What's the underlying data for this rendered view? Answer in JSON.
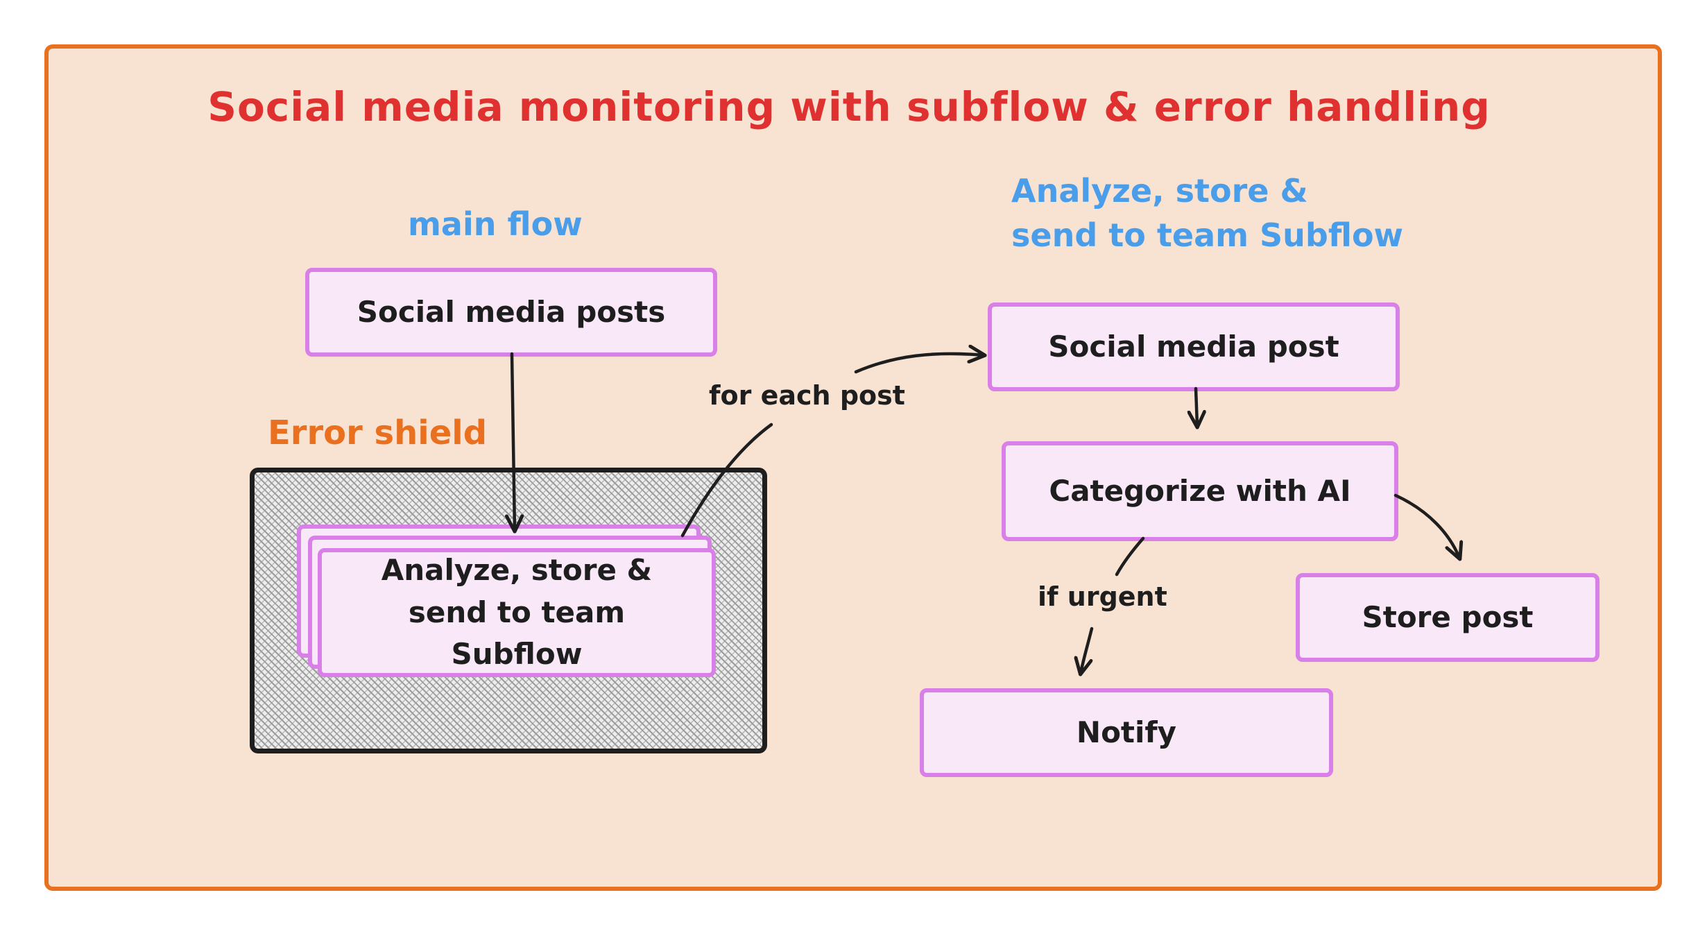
{
  "title": "Social media monitoring with subflow & error handling",
  "colors": {
    "title": "#e03131",
    "section_label": "#4a9de8",
    "shield_label": "#e8701f",
    "node_border": "#d97fe8",
    "node_fill": "#f8e8f8",
    "frame_border": "#e8701f",
    "frame_fill": "#f8e2d2"
  },
  "main_flow": {
    "label": "main flow",
    "nodes": {
      "social_posts": "Social media posts",
      "subflow_call": "Analyze, store & send to team Subflow"
    },
    "error_shield_label": "Error shield"
  },
  "subflow": {
    "label_line1": "Analyze, store &",
    "label_line2": "send to team Subflow",
    "nodes": {
      "social_post": "Social media post",
      "categorize": "Categorize with AI",
      "store_post": "Store post",
      "notify": "Notify"
    }
  },
  "edges": {
    "for_each": "for each post",
    "if_urgent": "if urgent"
  }
}
